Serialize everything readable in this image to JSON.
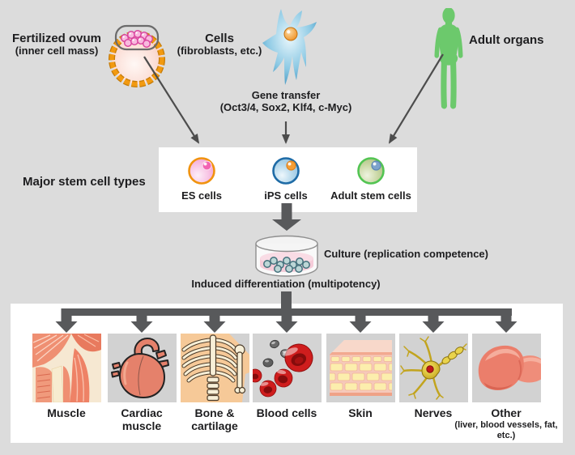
{
  "sources": {
    "fertilized_ovum": {
      "label": "Fertilized ovum",
      "sublabel": "(inner cell mass)"
    },
    "cells": {
      "label": "Cells",
      "sublabel": "(fibroblasts, etc.)"
    },
    "adult_organs": {
      "label": "Adult organs"
    }
  },
  "gene_transfer": {
    "line1": "Gene transfer",
    "line2": "(Oct3/4, Sox2, Klf4, c-Myc)"
  },
  "stem_cells": {
    "section_label": "Major stem cell types",
    "types": [
      {
        "label": "ES cells"
      },
      {
        "label": "iPS cells"
      },
      {
        "label": "Adult stem cells"
      }
    ]
  },
  "culture": {
    "label": "Culture (replication competence)"
  },
  "differentiation": {
    "label": "Induced differentiation (multipotency)"
  },
  "tissues": [
    {
      "label": "Muscle"
    },
    {
      "label": "Cardiac muscle"
    },
    {
      "label": "Bone & cartilage"
    },
    {
      "label": "Blood cells"
    },
    {
      "label": "Skin"
    },
    {
      "label": "Nerves"
    },
    {
      "label": "Other",
      "sublabel": "(liver, blood vessels, fat, etc.)"
    }
  ],
  "icons": {
    "blastocyst": "circle-with-inner-cell-mass",
    "fibroblast": "star-shaped-cell",
    "adult_body": "human-silhouette",
    "es_cell": "pink-cell-orange-ring",
    "ips_cell": "blue-cell-orange-nucleus",
    "adult_stem_cell": "green-cell-blue-nucleus",
    "culture_dish": "petri-dish-with-cells",
    "tissue_images": [
      "muscle",
      "heart",
      "skeleton",
      "blood-cells",
      "skin-layers",
      "neuron",
      "liver"
    ]
  },
  "colors": {
    "background": "#dcdcdc",
    "panel": "#ffffff",
    "tile_background": "#d2d2d2",
    "arrow": "#58595b",
    "line_arrow": "#4d4d4d",
    "text": "#1d1d1f",
    "es_cell_border": "#f0930f",
    "ips_cell_border": "#1e6ba6",
    "adult_stem_cell_border": "#52c452",
    "human_green": "#6cc96c",
    "ovum_ring_orange": "#f0950f",
    "fibroblast_blue": "#2a84b4",
    "medium_pink": "#f5ccd9"
  }
}
